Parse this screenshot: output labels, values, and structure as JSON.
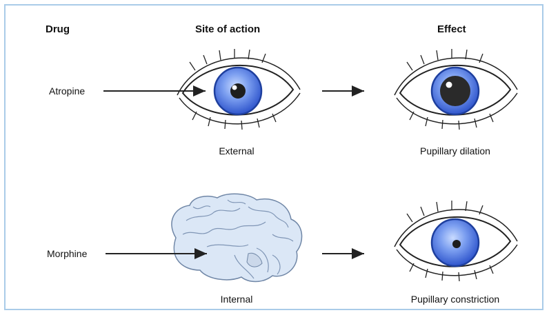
{
  "headers": {
    "drug": "Drug",
    "site": "Site of action",
    "effect": "Effect"
  },
  "rows": [
    {
      "drug": "Atropine",
      "site": "External",
      "effect": "Pupillary dilation"
    },
    {
      "drug": "Morphine",
      "site": "Internal",
      "effect": "Pupillary constriction"
    }
  ],
  "colors": {
    "frame": "#a9cbe8",
    "iris": "#3f63d6",
    "iris_light": "#9bb8f5",
    "pupil": "#1e1e1e",
    "brain": "#dde8f5",
    "line": "#222222"
  },
  "icons": [
    "eye-icon",
    "brain-icon",
    "arrow-icon"
  ]
}
